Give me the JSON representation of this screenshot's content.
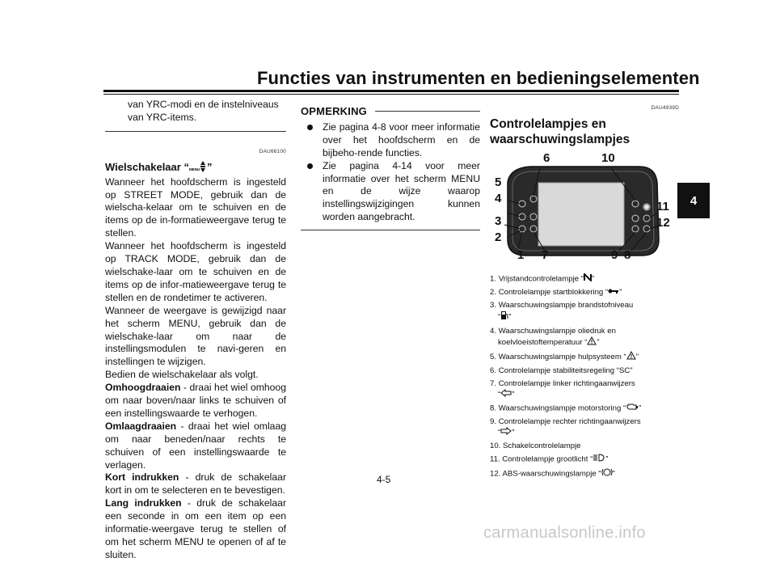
{
  "header": {
    "title": "Functies van instrumenten en bedieningselementen",
    "chapter": "4"
  },
  "page_number": "4-5",
  "column1": {
    "intro_lines": [
      "van YRC-modi en de instelniveaus",
      "van YRC-items."
    ],
    "code": "DAU66100",
    "heading": "Wielschakelaar “",
    "heading_end": "”",
    "heading_icon_text": "MENU",
    "p1": "Wanneer het hoofdscherm is ingesteld op STREET MODE, gebruik dan de wielscha-kelaar om te schuiven en de items op de in-formatieweergave terug te stellen.",
    "p2": "Wanneer het hoofdscherm is ingesteld op TRACK MODE, gebruik dan de wielschake-laar om te schuiven en de items op de infor-matieweergave terug te stellen en de rondetimer te activeren.",
    "p3": "Wanneer de weergave is gewijzigd naar het scherm MENU, gebruik dan de wielschake-laar om naar de instellingsmodulen te navi-geren en instellingen te wijzigen.",
    "p4": "Bedien de wielschakelaar als volgt.",
    "ops": [
      {
        "term": "Omhoogdraaien",
        "desc": " - draai het wiel omhoog om naar boven/naar links te schuiven of een instellingswaarde te verhogen."
      },
      {
        "term": "Omlaagdraaien",
        "desc": " - draai het wiel omlaag om naar beneden/naar rechts te schuiven of een instellingswaarde te verlagen."
      },
      {
        "term": "Kort indrukken",
        "desc": " - druk de schakelaar kort in om te selecteren en te bevestigen."
      },
      {
        "term": "Lang indrukken",
        "desc": " - druk de schakelaar een seconde in om een item op een informatie-weergave terug te stellen of om het scherm MENU te openen of af te sluiten."
      }
    ]
  },
  "column2": {
    "note_title": "OPMERKING",
    "bullets": [
      "Zie pagina 4-8 voor meer informatie over het hoofdscherm en de bijbeho-rende functies.",
      "Zie pagina 4-14 voor meer informatie over het scherm MENU en de wijze waarop instellingswijzigingen kunnen worden aangebracht."
    ]
  },
  "column3": {
    "code": "DAU4939D",
    "heading_line1": "Controlelampjes en",
    "heading_line2": "waarschuwingslampjes",
    "callouts": [
      "1",
      "2",
      "3",
      "4",
      "5",
      "6",
      "7",
      "8",
      "9",
      "10",
      "11",
      "12"
    ],
    "legend": [
      {
        "num": "1.",
        "pre": "Vrijstandcontrolelampje “",
        "icon": "N",
        "post": "”",
        "wrap": ""
      },
      {
        "num": "2.",
        "pre": "Controlelampje startblokkering “",
        "icon": "key",
        "post": "”",
        "wrap": ""
      },
      {
        "num": "3.",
        "pre": "Waarschuwingslampje brandstofniveau",
        "icon": "fuel",
        "post": "”",
        "wrap": "“"
      },
      {
        "num": "4.",
        "pre": "Waarschuwingslampje oliedruk en",
        "icon": "triangle",
        "post": "”",
        "wrap": "koelvloeistoftemperatuur “"
      },
      {
        "num": "5.",
        "pre": "Waarschuwingslampje hulpsysteem “",
        "icon": "triangle",
        "post": "”",
        "wrap": ""
      },
      {
        "num": "6.",
        "pre": "Controlelampje stabiliteitsregeling “SC”",
        "icon": "",
        "post": "",
        "wrap": ""
      },
      {
        "num": "7.",
        "pre": "Controlelampje linker richtingaanwijzers",
        "icon": "left-arrow",
        "post": "”",
        "wrap": "“"
      },
      {
        "num": "8.",
        "pre": "Waarschuwingslampje motorstoring “",
        "icon": "engine",
        "post": "”",
        "wrap": ""
      },
      {
        "num": "9.",
        "pre": "Controlelampje rechter richtingaanwijzers",
        "icon": "right-arrow",
        "post": "”",
        "wrap": "“"
      },
      {
        "num": "10.",
        "pre": "Schakelcontrolelampje",
        "icon": "",
        "post": "",
        "wrap": ""
      },
      {
        "num": "11.",
        "pre": "Controlelampje grootlicht “",
        "icon": "high-beam",
        "post": "”",
        "wrap": ""
      },
      {
        "num": "12.",
        "pre": "ABS-waarschuwingslampje “",
        "icon": "abs",
        "post": "”",
        "wrap": ""
      }
    ]
  },
  "watermark": "carmanualsonline.info"
}
